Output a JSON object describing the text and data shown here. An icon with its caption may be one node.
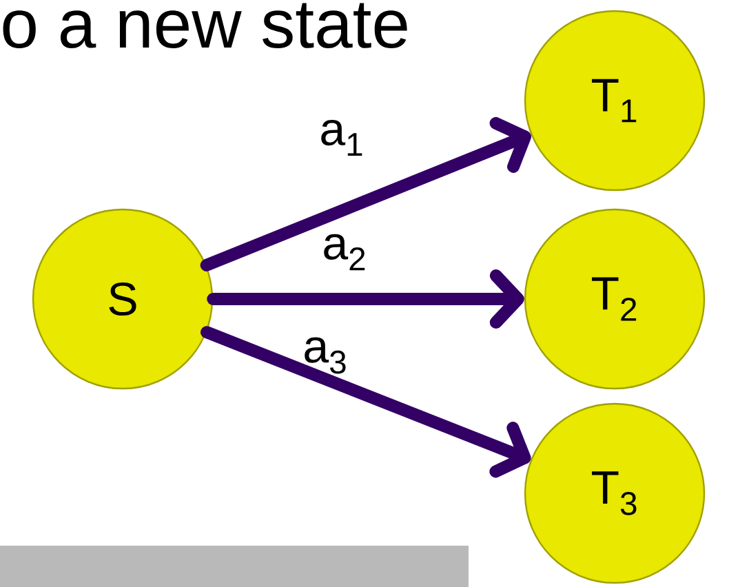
{
  "diagram": {
    "nodes": [
      {
        "text": [
          "S"
        ]
      },
      {
        "text": [
          "T$_{1}$"
        ]
      },
      {
        "text": [
          "T$_{2}$"
        ]
      },
      {
        "text": [
          "T$_{3}$"
        ]
      }
    ],
    "edges": [
      {
        "from": 0,
        "to": 1,
        "arrow": "to",
        "label": "a$_{1}$"
      },
      {
        "from": 0,
        "to": 2,
        "arrow": "to",
        "label": "a$_{2}$"
      },
      {
        "from": 0,
        "to": 3,
        "arrow": "to",
        "label": "a$_{3}$"
      }
    ],
    "labels": [
      "o a new state"
    ]
  }
}
